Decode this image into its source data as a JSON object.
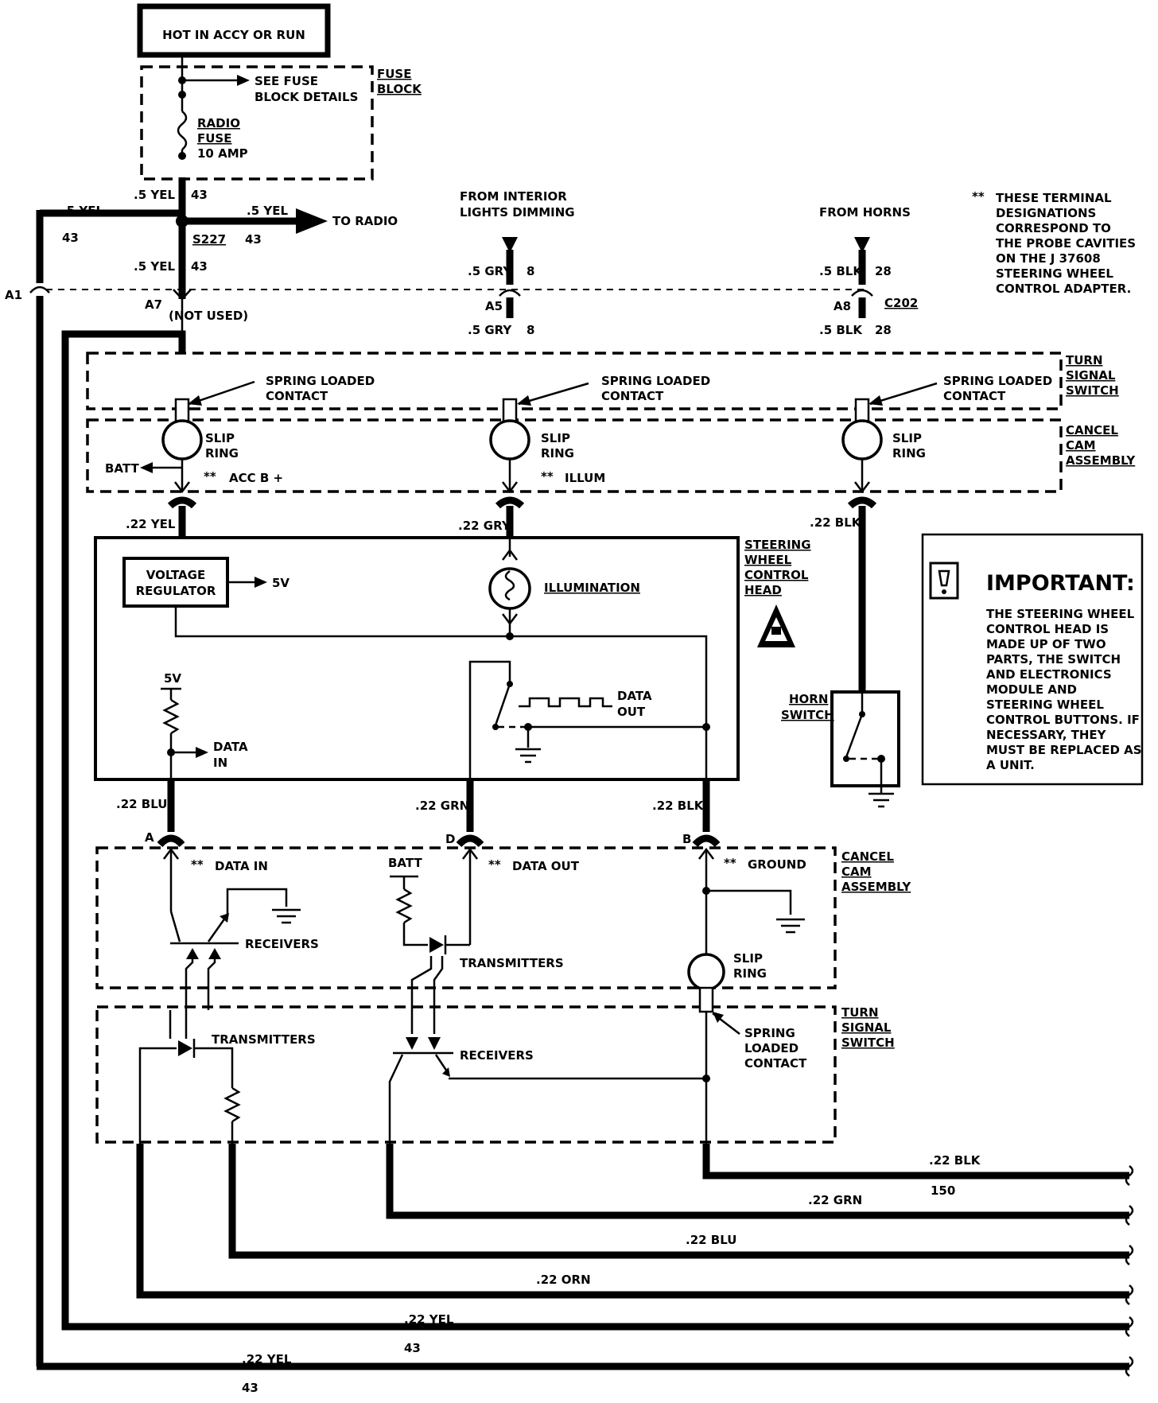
{
  "header": {
    "source_box": "HOT IN ACCY OR RUN"
  },
  "fuse_block": {
    "title_l1": "FUSE",
    "title_l2": "BLOCK",
    "see_details_l1": "SEE FUSE",
    "see_details_l2": "BLOCK DETAILS",
    "fuse_l1": "RADIO",
    "fuse_l2": "FUSE",
    "fuse_l3": "10 AMP"
  },
  "feed": {
    "wire_a": ".5 YEL",
    "circuit_a": "43",
    "splice": "S227",
    "to_radio_wire": ".5 YEL",
    "to_radio_circuit": "43",
    "to_radio_label": "TO RADIO",
    "left_wire": ".5 YEL",
    "left_circuit": "43",
    "below_wire": ".5 YEL",
    "below_circuit": "43"
  },
  "connector": {
    "a1": "A1",
    "a7": "A7",
    "not_used": "(NOT USED)",
    "a5": "A5",
    "a8": "A8",
    "c202": "C202"
  },
  "inputs": {
    "interior_l1": "FROM INTERIOR",
    "interior_l2": "LIGHTS DIMMING",
    "gry_wire": ".5 GRY",
    "gry_circuit": "8",
    "horns": "FROM HORNS",
    "blk_wire": ".5 BLK",
    "blk_circuit": "28"
  },
  "note": {
    "stars": "**",
    "l1": "THESE TERMINAL",
    "l2": "DESIGNATIONS",
    "l3": "CORRESPOND TO",
    "l4": "THE PROBE CAVITIES",
    "l5": "ON THE J 37608",
    "l6": "STEERING WHEEL",
    "l7": "CONTROL ADAPTER."
  },
  "upper_assembly": {
    "turn_signal_l1": "TURN",
    "turn_signal_l2": "SIGNAL",
    "turn_signal_l3": "SWITCH",
    "cancel_l1": "CANCEL",
    "cancel_l2": "CAM",
    "cancel_l3": "ASSEMBLY",
    "spring_l1": "SPRING LOADED",
    "spring_l2": "CONTACT",
    "slip_l1": "SLIP",
    "slip_l2": "RING",
    "batt": "BATT",
    "stars": "**",
    "acc_b": "ACC B +",
    "illum": "ILLUM"
  },
  "head_wires": {
    "yel": ".22 YEL",
    "gry": ".22 GRY",
    "blk": ".22 BLK"
  },
  "control_head": {
    "title_l1": "STEERING",
    "title_l2": "WHEEL",
    "title_l3": "CONTROL",
    "title_l4": "HEAD",
    "regulator_l1": "VOLTAGE",
    "regulator_l2": "REGULATOR",
    "five_v": "5V",
    "five_v_b": "5V",
    "illumination": "ILLUMINATION",
    "data_out_l1": "DATA",
    "data_out_l2": "OUT",
    "data_in_l1": "DATA",
    "data_in_l2": "IN"
  },
  "horn": {
    "l1": "HORN",
    "l2": "SWITCH"
  },
  "important": {
    "title": "IMPORTANT:",
    "l1": "THE STEERING WHEEL",
    "l2": "CONTROL HEAD IS",
    "l3": "MADE UP OF TWO",
    "l4": "PARTS, THE SWITCH",
    "l5": "AND ELECTRONICS",
    "l6": "MODULE AND",
    "l7": "STEERING WHEEL",
    "l8": "CONTROL BUTTONS.  IF",
    "l9": "NECESSARY, THEY",
    "l10": "MUST BE REPLACED AS",
    "l11": "A UNIT."
  },
  "lower_wires": {
    "blu": ".22 BLU",
    "grn": ".22 GRN",
    "blk": ".22 BLK"
  },
  "terminals": {
    "a": "A",
    "d": "D",
    "b": "B"
  },
  "lower_cancel": {
    "stars": "**",
    "data_in": "DATA IN",
    "data_out": "DATA OUT",
    "ground": "GROUND",
    "batt": "BATT",
    "receivers": "RECEIVERS",
    "transmitters": "TRANSMITTERS",
    "slip_l1": "SLIP",
    "slip_l2": "RING",
    "cancel_l1": "CANCEL",
    "cancel_l2": "CAM",
    "cancel_l3": "ASSEMBLY"
  },
  "lower_turn": {
    "transmitters": "TRANSMITTERS",
    "receivers": "RECEIVERS",
    "spring_l1": "SPRING",
    "spring_l2": "LOADED",
    "spring_l3": "CONTACT",
    "turn_l1": "TURN",
    "turn_l2": "SIGNAL",
    "turn_l3": "SWITCH"
  },
  "outputs": [
    {
      "wire": ".22 BLK",
      "circuit": "150"
    },
    {
      "wire": ".22 GRN",
      "circuit": ""
    },
    {
      "wire": ".22 BLU",
      "circuit": ""
    },
    {
      "wire": ".22 ORN",
      "circuit": ""
    },
    {
      "wire": ".22 YEL",
      "circuit": "43"
    },
    {
      "wire": ".22 YEL",
      "circuit": "43"
    }
  ]
}
